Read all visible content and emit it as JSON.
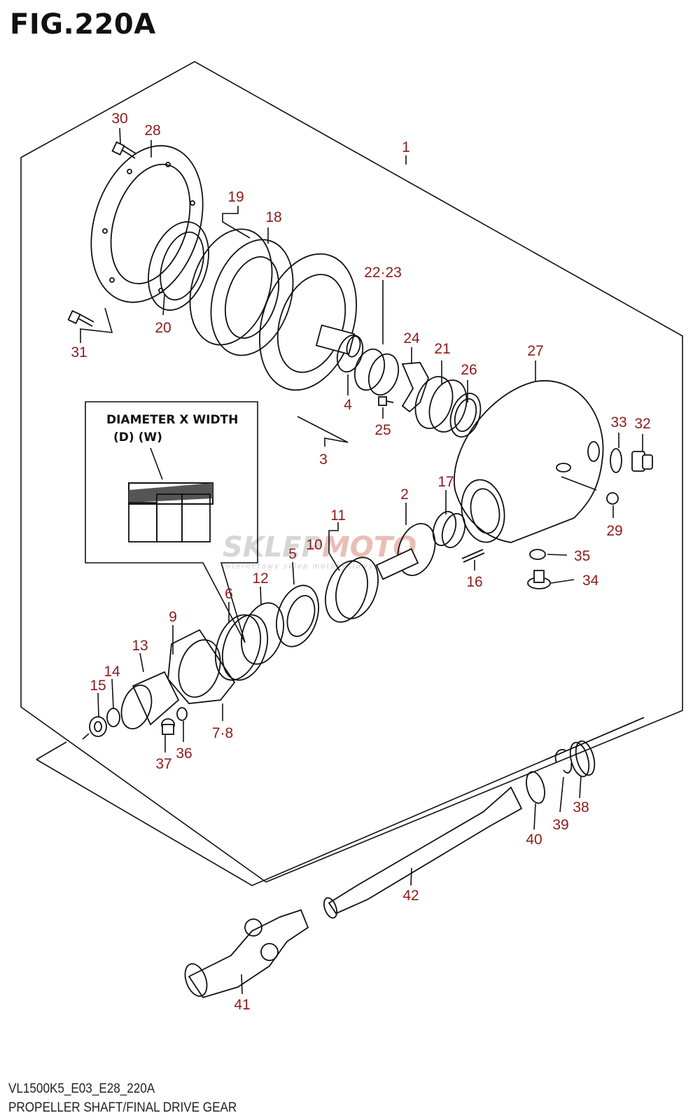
{
  "figure": {
    "title": "FIG.220A",
    "footer_code": "VL1500K5_E03_E28_220A",
    "footer_description": "PROPELLER SHAFT/FINAL DRIVE GEAR"
  },
  "inset": {
    "title_line1": "DIAMETER X WIDTH",
    "title_line2": "(D) (W)"
  },
  "watermark": {
    "main_dark": "SKLEP",
    "main_accent": "MOTO",
    "sub": "internetowy sklep motocyklowy"
  },
  "callouts": {
    "p1": "1",
    "p2": "2",
    "p3": "3",
    "p4": "4",
    "p5": "5",
    "p6": "6",
    "p7_8": "7·8",
    "p9": "9",
    "p10": "10",
    "p11": "11",
    "p12": "12",
    "p13": "13",
    "p14": "14",
    "p15": "15",
    "p16": "16",
    "p17": "17",
    "p18": "18",
    "p19": "19",
    "p20": "20",
    "p21": "21",
    "p22_23": "22·23",
    "p24": "24",
    "p25": "25",
    "p26": "26",
    "p27": "27",
    "p28": "28",
    "p29": "29",
    "p30": "30",
    "p31": "31",
    "p32": "32",
    "p33": "33",
    "p34": "34",
    "p35": "35",
    "p36": "36",
    "p37": "37",
    "p38": "38",
    "p39": "39",
    "p40": "40",
    "p41": "41",
    "p42": "42"
  },
  "colors": {
    "callout_text": "#8e1a1a",
    "line_art": "#111111",
    "watermark_accent": "#e07a6a"
  }
}
